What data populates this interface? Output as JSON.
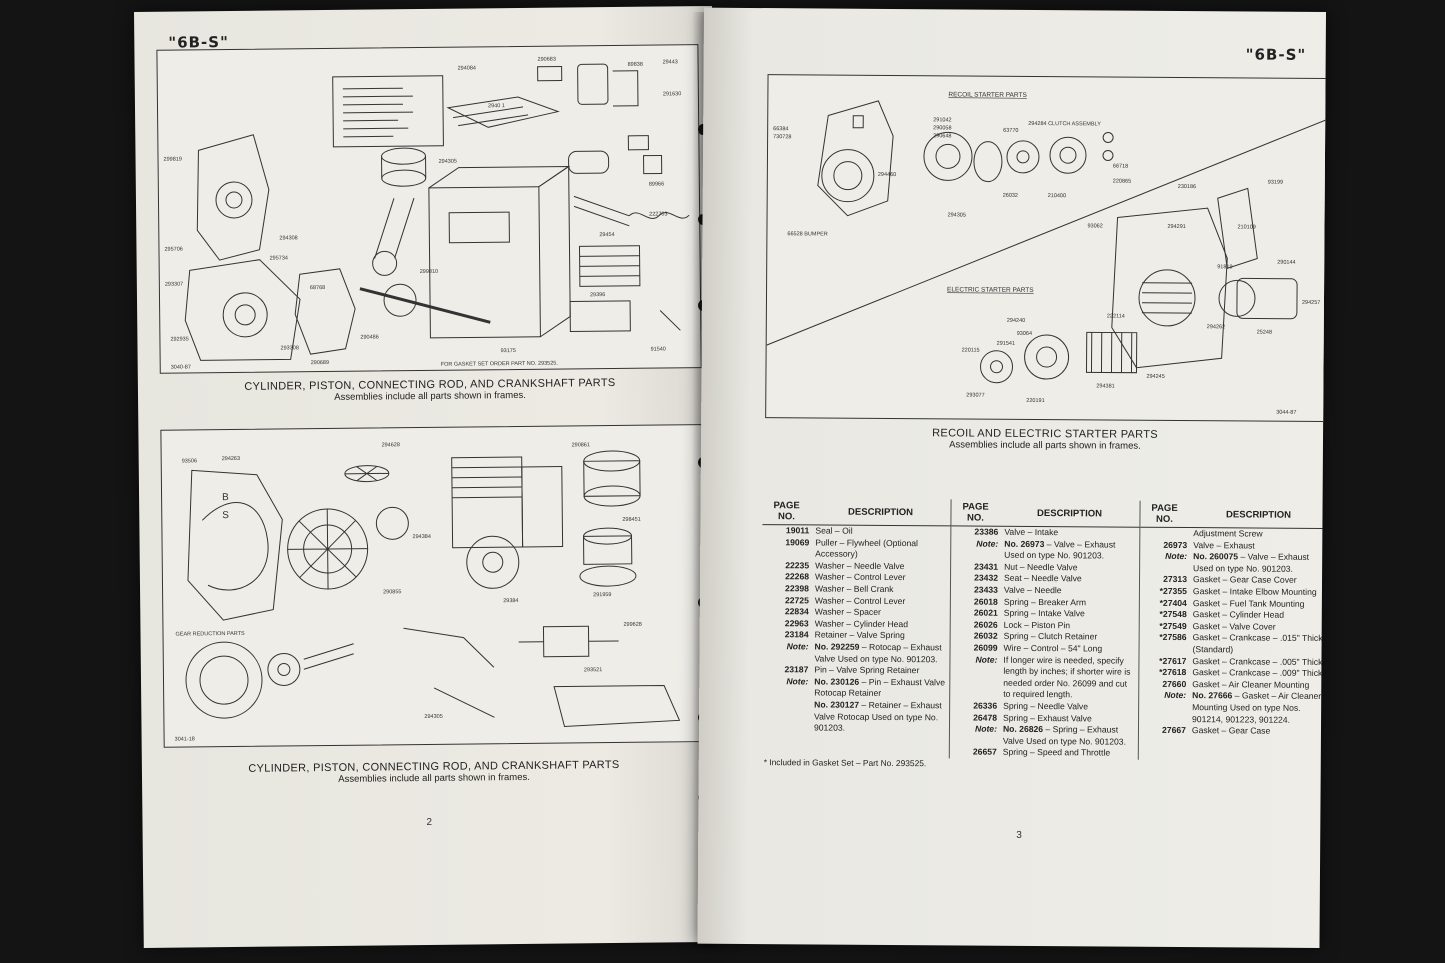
{
  "left_page": {
    "header": "\"6B-S\"",
    "page_number": "2",
    "figure1": {
      "caption": "CYLINDER, PISTON, CONNECTING ROD, AND CRANKSHAFT PARTS",
      "subcaption": "Assemblies include all parts shown in frames.",
      "callouts": [
        "299819",
        "294084",
        "290683",
        "89838",
        "29443",
        "291630",
        "295706",
        "295734",
        "293307",
        "290689",
        "89966",
        "222703",
        "29396",
        "68768",
        "292935",
        "290486",
        "294308",
        "2940 1",
        "29454",
        "293308",
        "93175",
        "91540",
        "294305",
        "299810"
      ],
      "code": "3040-87",
      "note": "FOR GASKET SET ORDER PART NO. 293525."
    },
    "figure2": {
      "caption": "CYLINDER, PISTON, CONNECTING ROD, AND CRANKSHAFT PARTS",
      "subcaption": "Assemblies include all parts shown in frames.",
      "callouts": [
        "93506",
        "294263",
        "294628",
        "294384",
        "290861",
        "298451",
        "291959",
        "299628",
        "290855",
        "29384",
        "293521",
        "294305"
      ],
      "code": "3041-18",
      "inset_label": "GEAR REDUCTION PARTS"
    }
  },
  "right_page": {
    "header": "\"6B-S\"",
    "page_number": "3",
    "figure": {
      "caption": "RECOIL AND ELECTRIC STARTER PARTS",
      "subcaption": "Assemblies include all parts shown in frames.",
      "section1": "RECOIL STARTER PARTS",
      "section2": "ELECTRIC STARTER PARTS",
      "bumper_label": "66528 BUMPER",
      "callouts": [
        "66384",
        "730728",
        "294460",
        "291042",
        "290058",
        "290648",
        "63770",
        "294284 CLUTCH ASSEMBLY",
        "66718",
        "220865",
        "26032",
        "210400",
        "294305",
        "93062",
        "294291",
        "210109",
        "290144",
        "294257",
        "222114",
        "294262",
        "93064",
        "294240",
        "291541",
        "220115",
        "294245",
        "294381",
        "293077",
        "220191",
        "230186",
        "93199",
        "91819",
        "25248"
      ],
      "code": "3044-87"
    },
    "table": {
      "headers": {
        "page": "PAGE NO.",
        "description": "DESCRIPTION"
      },
      "columns": [
        [
          {
            "pn": "19011",
            "desc": "Seal – Oil"
          },
          {
            "pn": "19069",
            "desc": "Puller – Flywheel (Optional Accessory)"
          },
          {
            "pn": "22235",
            "desc": "Washer – Needle Valve"
          },
          {
            "pn": "22268",
            "desc": "Washer – Control Lever"
          },
          {
            "pn": "22398",
            "desc": "Washer – Bell Crank"
          },
          {
            "pn": "22725",
            "desc": "Washer – Control Lever"
          },
          {
            "pn": "22834",
            "desc": "Washer – Spacer"
          },
          {
            "pn": "22963",
            "desc": "Washer – Cylinder Head"
          },
          {
            "pn": "23184",
            "desc": "Retainer – Valve Spring"
          },
          {
            "pn": "Note:",
            "ref": "No. 292259",
            "desc": "– Rotocap – Exhaust Valve Used on type No. 901203.",
            "note": true
          },
          {
            "pn": "23187",
            "desc": "Pin – Valve Spring Retainer"
          },
          {
            "pn": "Note:",
            "ref": "No. 230126",
            "desc": "– Pin – Exhaust Valve Rotocap Retainer",
            "note": true
          },
          {
            "pn": "",
            "ref": "No. 230127",
            "desc": "– Retainer – Exhaust Valve Rotocap Used on type No. 901203.",
            "note": true
          }
        ],
        [
          {
            "pn": "23386",
            "desc": "Valve – Intake"
          },
          {
            "pn": "Note:",
            "ref": "No. 26973",
            "desc": "– Valve – Exhaust Used on type No. 901203.",
            "note": true
          },
          {
            "pn": "23431",
            "desc": "Nut – Needle Valve"
          },
          {
            "pn": "23432",
            "desc": "Seat – Needle Valve"
          },
          {
            "pn": "23433",
            "desc": "Valve – Needle"
          },
          {
            "pn": "26018",
            "desc": "Spring – Breaker Arm"
          },
          {
            "pn": "26021",
            "desc": "Spring – Intake Valve"
          },
          {
            "pn": "26026",
            "desc": "Lock – Piston Pin"
          },
          {
            "pn": "26032",
            "desc": "Spring – Clutch Retainer"
          },
          {
            "pn": "26099",
            "desc": "Wire – Control – 54\" Long"
          },
          {
            "pn": "Note:",
            "ref": "",
            "desc": "If longer wire is needed, specify length by inches; if shorter wire is needed order No. 26099 and cut to required length.",
            "note": true
          },
          {
            "pn": "26336",
            "desc": "Spring – Needle Valve"
          },
          {
            "pn": "26478",
            "desc": "Spring – Exhaust Valve"
          },
          {
            "pn": "Note:",
            "ref": "No. 26826",
            "desc": "– Spring – Exhaust Valve Used on type No. 901203.",
            "note": true
          },
          {
            "pn": "26657",
            "desc": "Spring – Speed and Throttle"
          }
        ],
        [
          {
            "pn": "",
            "desc": "Adjustment Screw"
          },
          {
            "pn": "26973",
            "desc": "Valve – Exhaust"
          },
          {
            "pn": "Note:",
            "ref": "No. 260075",
            "desc": "– Valve – Exhaust Used on type No. 901203.",
            "note": true
          },
          {
            "pn": "27313",
            "desc": "Gasket – Gear Case Cover"
          },
          {
            "pn": "*27355",
            "desc": "Gasket – Intake Elbow Mounting"
          },
          {
            "pn": "*27404",
            "desc": "Gasket – Fuel Tank Mounting"
          },
          {
            "pn": "*27548",
            "desc": "Gasket – Cylinder Head"
          },
          {
            "pn": "*27549",
            "desc": "Gasket – Valve Cover"
          },
          {
            "pn": "*27586",
            "desc": "Gasket – Crankcase – .015\" Thick (Standard)"
          },
          {
            "pn": "*27617",
            "desc": "Gasket – Crankcase – .005\" Thick"
          },
          {
            "pn": "*27618",
            "desc": "Gasket – Crankcase – .009\" Thick"
          },
          {
            "pn": "27660",
            "desc": "Gasket – Air Cleaner Mounting"
          },
          {
            "pn": "Note:",
            "ref": "No. 27666",
            "desc": "– Gasket – Air Cleaner Mounting Used on type Nos. 901214, 901223, 901224.",
            "note": true
          },
          {
            "pn": "27667",
            "desc": "Gasket – Gear Case"
          }
        ]
      ],
      "footnote": "* Included in Gasket Set – Part No. 293525."
    }
  }
}
